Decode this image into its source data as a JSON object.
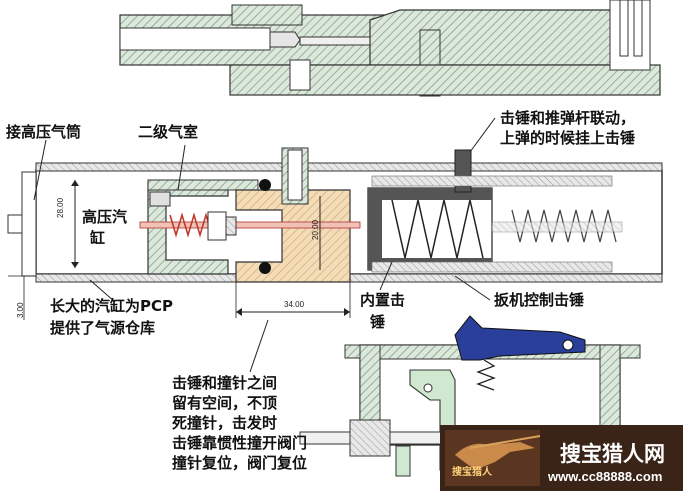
{
  "labels": {
    "inlet": "接高压气筒",
    "chamber2": "二级气室",
    "hp_cyl_line1": "高压汽",
    "hp_cyl_line2": "缸",
    "hammer_top_line1": "击锤和推弹杆联动，",
    "hammer_top_line2": "上弹的时候挂上击锤",
    "big_cyl_line1": "长大的汽缸为PCP",
    "big_cyl_line2": "提供了气源仓库",
    "inner_line1": "内置击",
    "inner_line2": "锤",
    "trigger": "扳机控制击锤",
    "gap_lines": "击锤和撞针之间\n留有空间，不顶\n死撞针，击发时\n击锤靠惯性撞开阀门\n撞针复位，阀门复位"
  },
  "dimensions": {
    "d28": "28.00",
    "d20": "20.00",
    "d34": "34.00",
    "d3": "3.00"
  },
  "watermark": {
    "site": "搜宝猎人网",
    "url": "www.cc88888.com",
    "brand": "搜宝猎人"
  },
  "colors": {
    "hatch": "#6f8f6f",
    "body": "#d8e6d8",
    "valve": "#f3d9b0",
    "spring_red": "#c0392b",
    "trigger_blue": "#2a3f9a",
    "sear_green": "#cfe8cf",
    "watermark_bg": "#3a2418"
  }
}
